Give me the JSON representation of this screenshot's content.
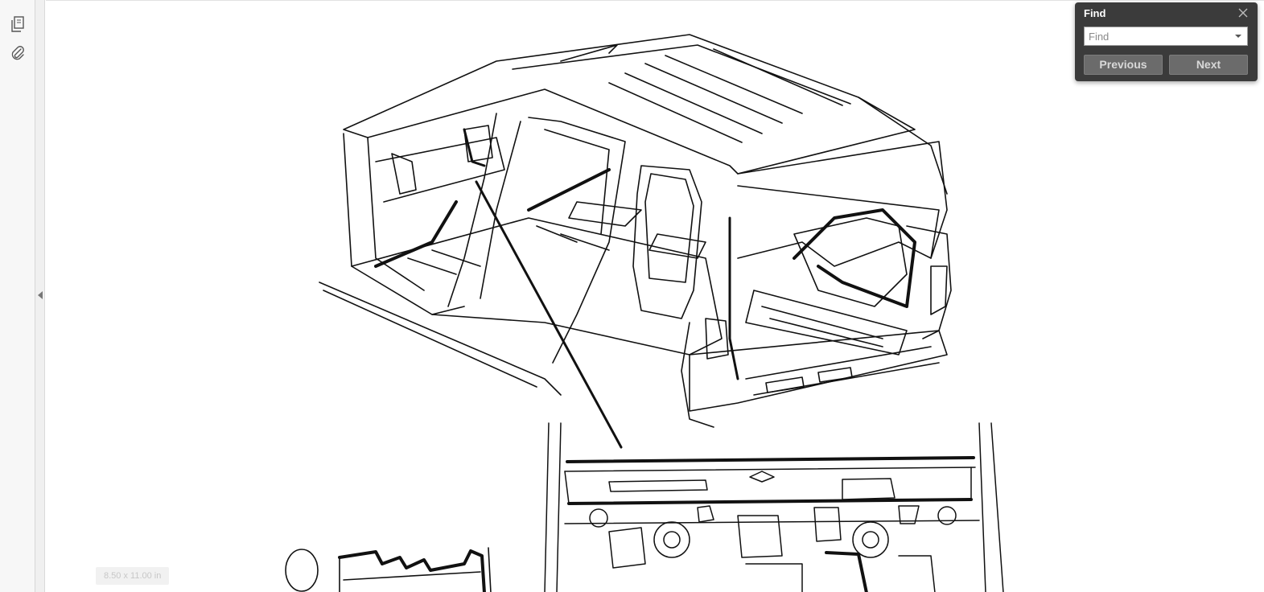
{
  "sidebar": {
    "tools": [
      {
        "name": "page-thumbnails",
        "icon": "pages-icon"
      },
      {
        "name": "attachments",
        "icon": "paperclip-icon"
      }
    ]
  },
  "document": {
    "page_size": "8.50 x 11.00 in"
  },
  "find": {
    "title": "Find",
    "placeholder": "Find",
    "value": "",
    "previous_label": "Previous",
    "next_label": "Next"
  },
  "colors": {
    "find_panel_bg": "#3b3b3b",
    "find_button_bg": "#6b6b6b",
    "sidebar_bg": "#f7f7f7"
  }
}
